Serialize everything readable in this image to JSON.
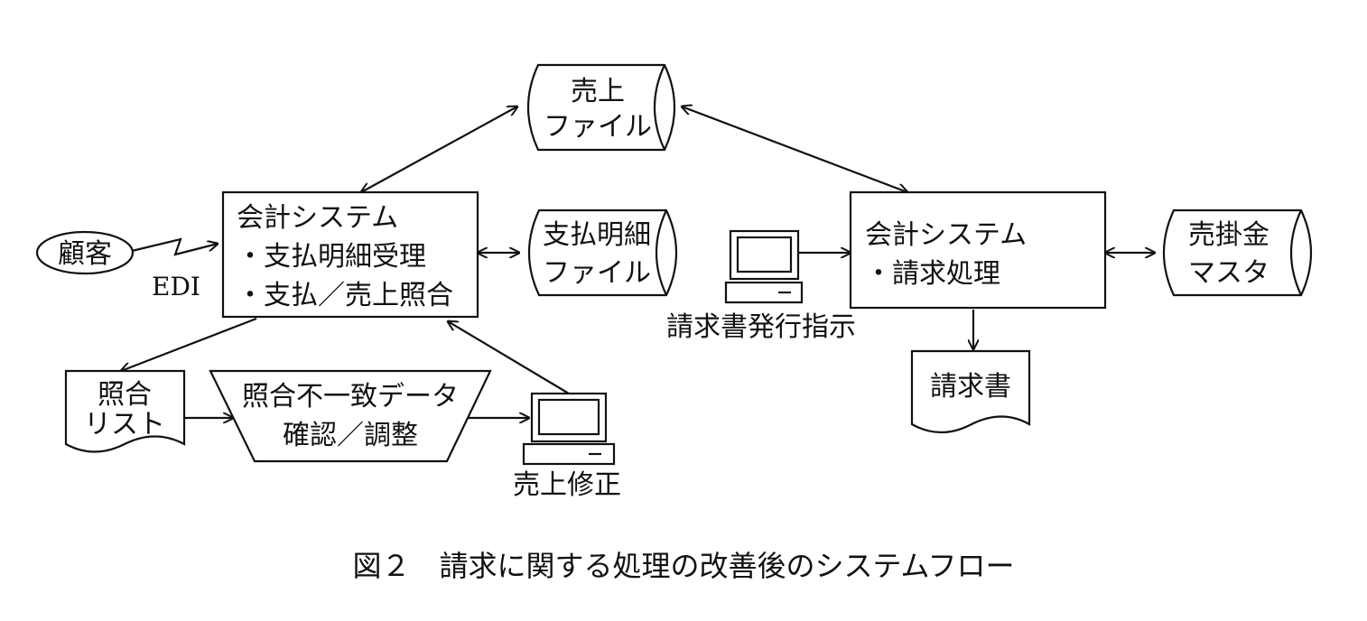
{
  "nodes": {
    "sales_file": [
      "売上",
      "ファイル"
    ],
    "payment_detail_file": [
      "支払明細",
      "ファイル"
    ],
    "ar_master": [
      "売掛金",
      "マスタ"
    ],
    "acct_left": {
      "title": "会計システム",
      "items": [
        "・支払明細受理",
        "・支払／売上照合"
      ]
    },
    "acct_right": {
      "title": "会計システム",
      "items": [
        "・請求処理"
      ]
    },
    "customer": "顧客",
    "edi": "EDI",
    "match_list": [
      "照合",
      "リスト"
    ],
    "mismatch": [
      "照合不一致データ",
      "確認／調整"
    ],
    "sales_correction": "売上修正",
    "invoice_instruction": "請求書発行指示",
    "invoice": "請求書"
  },
  "caption": "図２　請求に関する処理の改善後のシステムフロー"
}
